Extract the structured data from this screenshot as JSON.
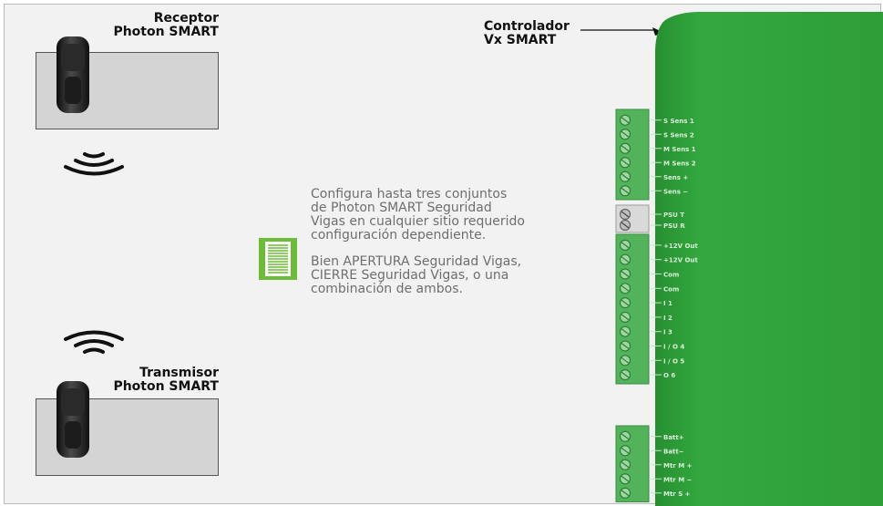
{
  "receiver": {
    "line1": "Receptor",
    "line2": "Photon SMART"
  },
  "transmitter": {
    "line1": "Transmisor",
    "line2": "Photon SMART"
  },
  "controller": {
    "line1": "Controlador",
    "line2": "Vx SMART",
    "terminals": {
      "group1": [
        "S Sens 1",
        "S Sens 2",
        "M Sens 1",
        "M Sens 2",
        "Sens +",
        "Sens −"
      ],
      "psu": [
        "PSU T",
        "PSU R"
      ],
      "group2": [
        "+12V Out",
        "+12V Out",
        "Com",
        "Com",
        "I 1",
        "I 2",
        "I 3",
        "I / O 4",
        "I / O 5",
        "O 6"
      ],
      "group3": [
        "Batt+",
        "Batt−",
        "Mtr M +",
        "Mtr M −",
        "Mtr S +"
      ]
    }
  },
  "description": {
    "paragraph1": "Configura hasta tres conjuntos de Photon SMART Seguridad Vigas en cualquier sitio requerido configuración dependiente.",
    "paragraph2": "Bien APERTURA Seguridad Vigas, CIERRE Seguridad Vigas, o una combinación de ambos."
  },
  "colors": {
    "controller_green": "#2fa33a",
    "terminal_green": "#4fb159",
    "callout_green": "#6cbc35",
    "device_box_gray": "#d4d4d4",
    "description_text": "#6e6e6e"
  },
  "icons": {
    "receiver_signal": "signal-receive-icon",
    "transmitter_signal": "signal-transmit-icon",
    "callout": "document-icon"
  }
}
